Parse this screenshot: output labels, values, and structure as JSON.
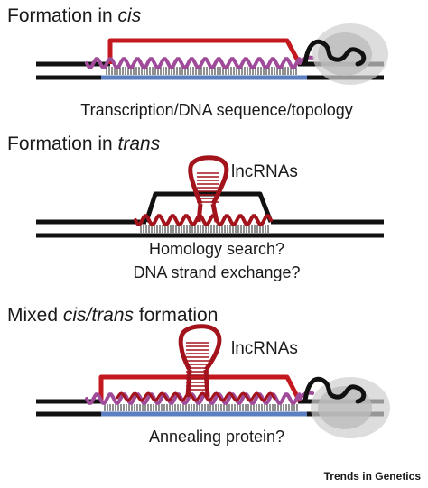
{
  "panels": [
    {
      "title_plain": "Formation in ",
      "title_italic": "cis",
      "captions": [
        "Transcription/DNA sequence/topology"
      ],
      "label": ""
    },
    {
      "title_plain": "Formation in ",
      "title_italic": "trans",
      "captions": [
        "Homology search?",
        "DNA strand exchange?"
      ],
      "label": "lncRNAs"
    },
    {
      "title_plain_a": "Mixed ",
      "title_italic": "cis/trans",
      "title_plain_b": " formation",
      "captions": [
        "Annealing protein?"
      ],
      "label": "lncRNAs"
    }
  ],
  "brand": "Trends in Genetics",
  "colors": {
    "dna": "#111111",
    "displaced_strand": "#c4181f",
    "rna": "#a04a9a",
    "hybrid_strand": "#5b7fc0",
    "lncrna": "#a3131c",
    "polymerase": "#d6d6d6"
  }
}
